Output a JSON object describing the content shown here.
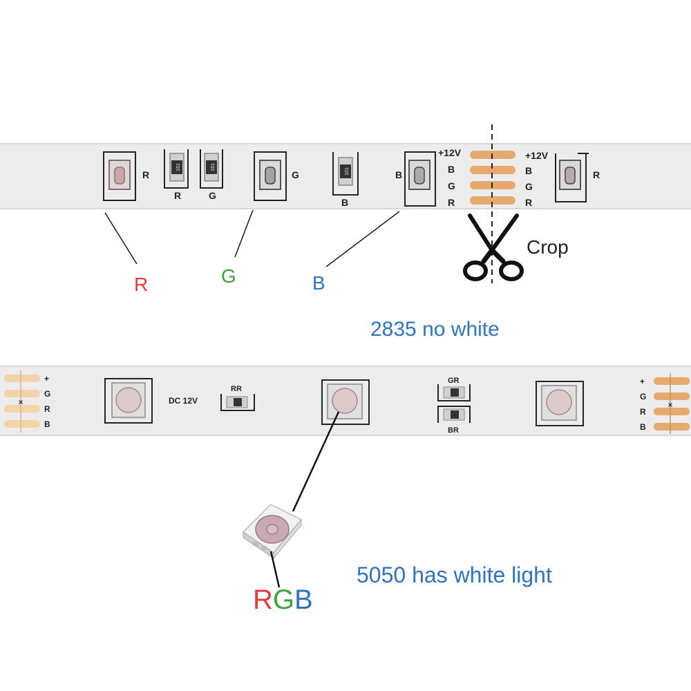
{
  "colors": {
    "red": "#e8393f",
    "green": "#3aa33a",
    "blue": "#2f74c0",
    "strip": "#ececec",
    "copper": "#e6aa6e",
    "pad": "#f3d3a8",
    "ink": "#222222"
  },
  "strip_2835": {
    "leds": [
      {
        "label": "R"
      },
      {
        "label": "G"
      },
      {
        "label": "B"
      },
      {
        "label": "R"
      }
    ],
    "resistors": [
      {
        "code": "151",
        "label": "R"
      },
      {
        "code": "151",
        "label": "G"
      },
      {
        "code": "101",
        "label": "B"
      }
    ],
    "pads_left": [
      "+12V",
      "B",
      "G",
      "R"
    ],
    "pads_right": [
      "+12V",
      "B",
      "G",
      "R"
    ]
  },
  "callouts_2835": {
    "r": "R",
    "g": "G",
    "b": "B"
  },
  "crop_label": "Crop",
  "caption_2835": "2835 no white",
  "strip_5050": {
    "voltage": "DC 12V",
    "res_rr": "RR",
    "res_gr": "GR",
    "res_br": "BR",
    "pads_left": [
      "+",
      "G",
      "R",
      "B"
    ],
    "pads_right": [
      "+",
      "G",
      "R",
      "B"
    ]
  },
  "rgb_label": {
    "r": "R",
    "g": "G",
    "b": "B"
  },
  "caption_5050": "5050 has white light",
  "icons": {
    "scissors": "scissors-icon",
    "led_chip": "rgb-led-chip-icon"
  }
}
